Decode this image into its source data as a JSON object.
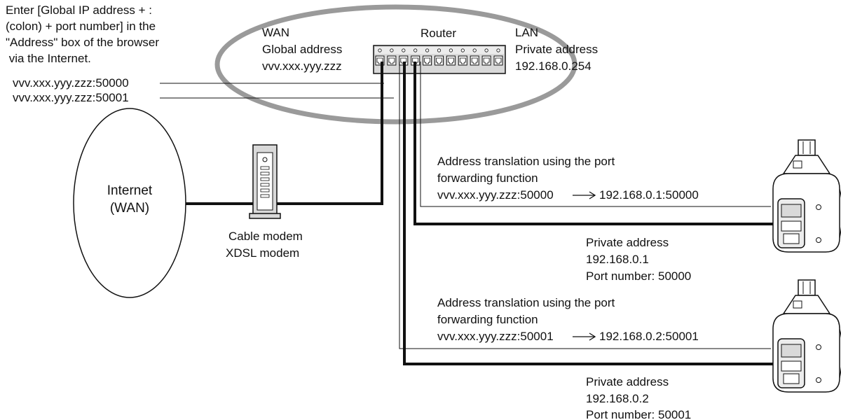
{
  "instruction": {
    "lines": [
      "Enter [Global IP address + :",
      "(colon) + port number] in the",
      "\"Address\" box of the browser",
      " via the Internet."
    ]
  },
  "urls": [
    "vvv.xxx.yyy.zzz:50000",
    "vvv.xxx.yyy.zzz:50001"
  ],
  "router": {
    "label": "Router",
    "wan": {
      "title": "WAN",
      "line1": "Global address",
      "line2": "vvv.xxx.yyy.zzz"
    },
    "lan": {
      "title": "LAN",
      "line1": "Private address",
      "line2": "192.168.0.254"
    }
  },
  "internet": {
    "line1": "Internet",
    "line2": "(WAN)"
  },
  "modem": {
    "line1": "Cable modem",
    "line2": "XDSL modem"
  },
  "translations": [
    {
      "title1": "Address translation using the port",
      "title2": "forwarding function",
      "from": "vvv.xxx.yyy.zzz:50000",
      "to": "192.168.0.1:50000"
    },
    {
      "title1": "Address translation using the port",
      "title2": "forwarding function",
      "from": "vvv.xxx.yyy.zzz:50001",
      "to": "192.168.0.2:50001"
    }
  ],
  "cameras": [
    {
      "label": "Private address",
      "ip": "192.168.0.1",
      "port": "Port number: 50000"
    },
    {
      "label": "Private address",
      "ip": "192.168.0.2",
      "port": "Port number: 50001"
    }
  ],
  "colors": {
    "line": "#111111",
    "ellipse": "#9a9a9a",
    "device": "#d9d9d9"
  }
}
